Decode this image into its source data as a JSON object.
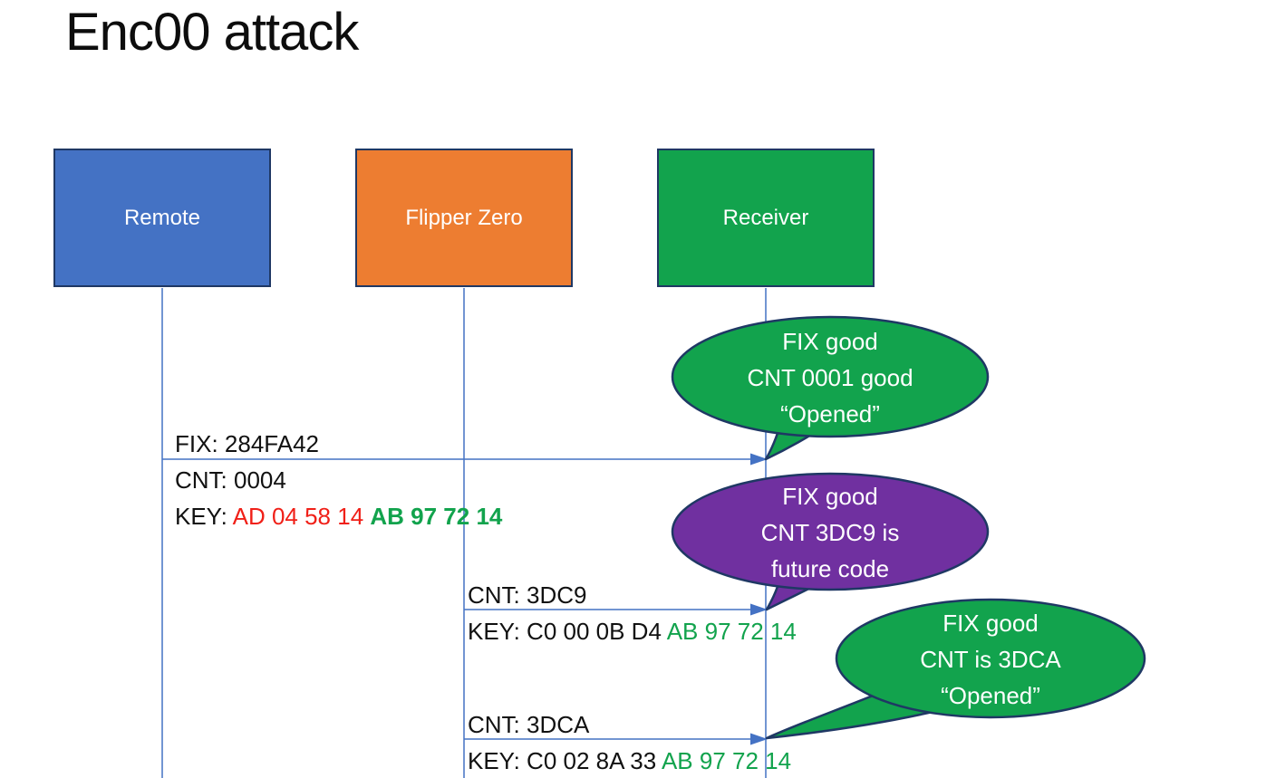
{
  "title": "Enc00 attack",
  "colors": {
    "accent_blue": "#4472C4",
    "accent_orange": "#ED7D31",
    "shape_green": "#12A34D",
    "shape_purple": "#7030A0",
    "outline_navy": "#1F3864",
    "line_blue": "#4472C4",
    "key_red": "#F02018",
    "key_green": "#12A34D"
  },
  "actors": [
    {
      "id": "remote",
      "label": "Remote"
    },
    {
      "id": "flipper-zero",
      "label": "Flipper Zero"
    },
    {
      "id": "receiver",
      "label": "Receiver"
    }
  ],
  "messages": [
    {
      "from": "Remote",
      "to": "Receiver",
      "lines": [
        {
          "segments": [
            {
              "text": "FIX: 284FA42"
            }
          ]
        },
        {
          "segments": [
            {
              "text": "CNT: 0004"
            }
          ]
        },
        {
          "segments": [
            {
              "text": "KEY: "
            },
            {
              "text": "AD 04 58 14 "
            },
            {
              "text": "AB 97 72 14"
            }
          ]
        }
      ]
    },
    {
      "from": "Flipper Zero",
      "to": "Receiver",
      "lines": [
        {
          "segments": [
            {
              "text": "CNT: 3DC9"
            }
          ]
        },
        {
          "segments": [
            {
              "text": "KEY: C0 00 0B D4 "
            },
            {
              "text": "AB 97 72 14"
            }
          ]
        }
      ]
    },
    {
      "from": "Flipper Zero",
      "to": "Receiver",
      "lines": [
        {
          "segments": [
            {
              "text": "CNT: 3DCA"
            }
          ]
        },
        {
          "segments": [
            {
              "text": "KEY: C0 02 8A 33 "
            },
            {
              "text": "AB 97 72 14"
            }
          ]
        }
      ]
    }
  ],
  "callouts": [
    {
      "color": "green",
      "lines": [
        "FIX good",
        "CNT 0001 good",
        "“Opened”"
      ]
    },
    {
      "color": "purple",
      "lines": [
        "FIX good",
        "CNT 3DC9 is",
        "future code"
      ]
    },
    {
      "color": "green",
      "lines": [
        "FIX good",
        "CNT is 3DCA",
        "“Opened”"
      ]
    }
  ]
}
